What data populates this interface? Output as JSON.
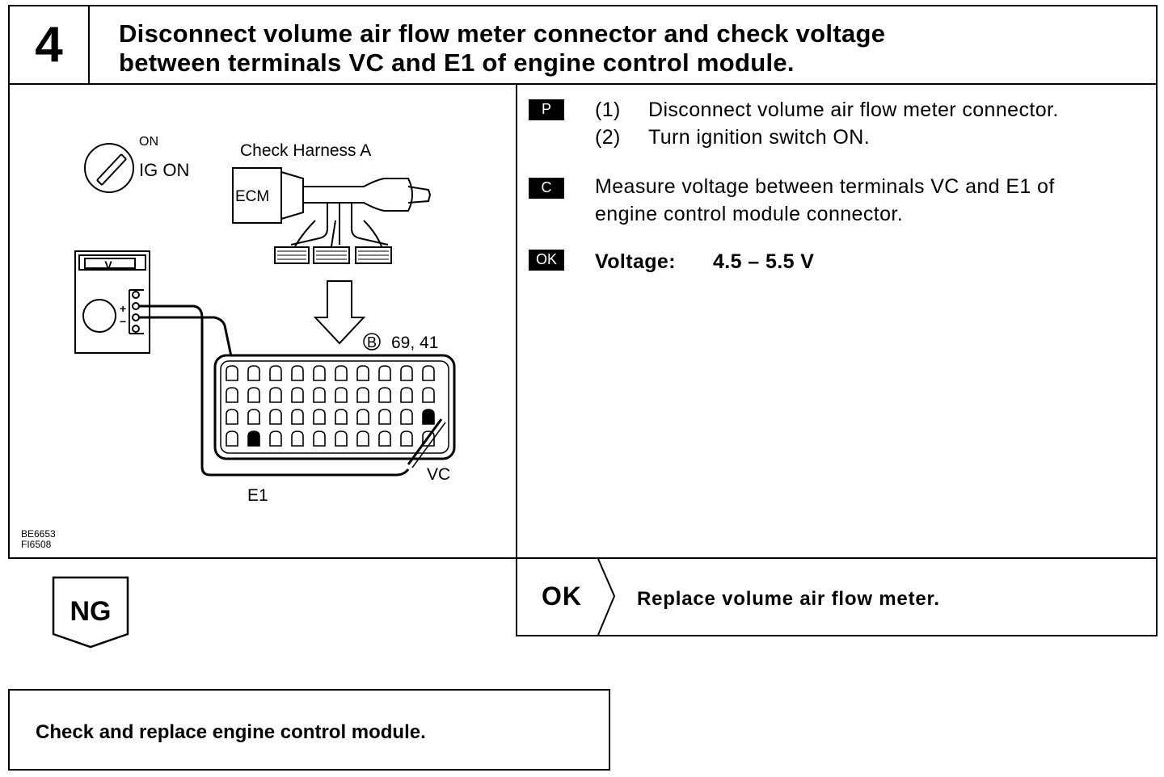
{
  "step": {
    "number": "4"
  },
  "title": {
    "line1": "Disconnect volume air flow meter connector and check voltage",
    "line2": "between terminals VC and E1 of engine control module."
  },
  "diagram": {
    "switch_on": "ON",
    "switch_label": "IG ON",
    "harness_label": "Check Harness A",
    "ecm_label": "ECM",
    "meter_label": "V",
    "plus": "+",
    "minus": "−",
    "connector_b": "B",
    "connector_pins": "69, 41",
    "e1_label": "E1",
    "vc_label": "VC",
    "code1": "BE6653",
    "code2": "FI6508"
  },
  "procedure": {
    "p_badge": "P",
    "step1_num": "(1)",
    "step1_text": "Disconnect volume air flow meter connector.",
    "step2_num": "(2)",
    "step2_text": "Turn ignition switch ON.",
    "c_badge": "C",
    "c_line1": "Measure voltage between terminals VC and E1 of",
    "c_line2": "engine control module connector.",
    "ok_badge": "OK",
    "spec_label": "Voltage:",
    "spec_value": "4.5 – 5.5 V"
  },
  "ok_result": {
    "label": "OK",
    "text": "Replace volume air flow meter."
  },
  "ng_result": {
    "label": "NG",
    "text": "Check and replace engine control module."
  }
}
